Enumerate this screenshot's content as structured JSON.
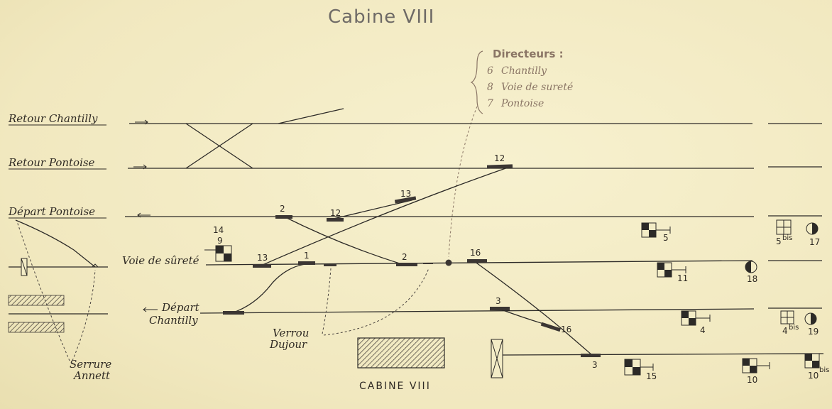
{
  "title": "Cabine VIII",
  "directeurs": {
    "heading": "Directeurs :",
    "items": [
      {
        "num": "6",
        "name": "Chantilly"
      },
      {
        "num": "8",
        "name": "Voie de sureté"
      },
      {
        "num": "7",
        "name": "Pontoise"
      }
    ]
  },
  "tracks": {
    "retour_chantilly": "Retour Chantilly",
    "retour_pontoise": "Retour Pontoise",
    "depart_pontoise": "Départ Pontoise",
    "voie_de_surete": "Voie de sûreté",
    "depart_chantilly_1": "Départ",
    "depart_chantilly_2": "Chantilly"
  },
  "points": {
    "p12a": "12",
    "p13a": "13",
    "p2a": "2",
    "p12b": "12",
    "p14": "14",
    "p9": "9",
    "p13b": "13",
    "p1": "1",
    "p2b": "2",
    "p16a": "16",
    "p3a": "3",
    "p16b": "16",
    "p3b": "3"
  },
  "signals": {
    "s5": "5",
    "s11": "11",
    "s18": "18",
    "s4": "4",
    "s15": "15",
    "s10a": "10",
    "s5bis": "5",
    "s17": "17",
    "s4bis": "4",
    "s19": "19",
    "s10bis": "10",
    "bis": "bis"
  },
  "verrou_1": "Verrou",
  "verrou_2": "Dujour",
  "serrure_1": "Serrure",
  "serrure_2": "Annett",
  "cabin_label": "CABINE VIII"
}
